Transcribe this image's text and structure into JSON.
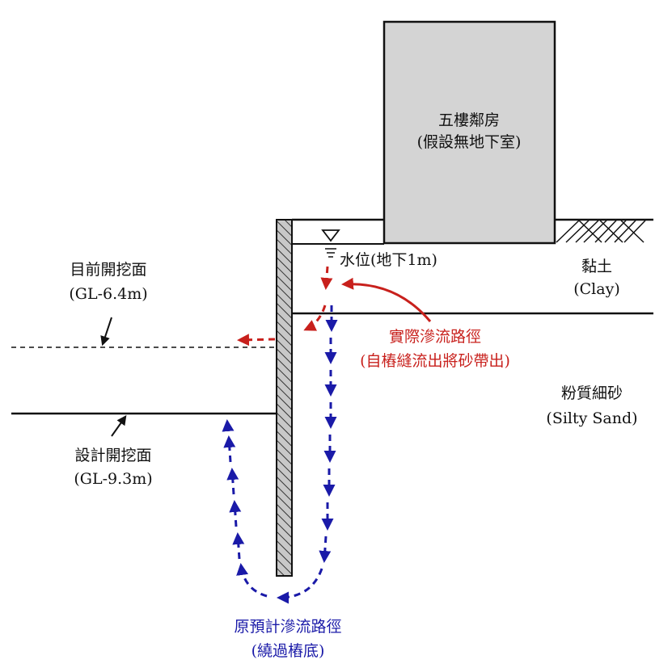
{
  "building": {
    "line1": "五樓鄰房",
    "line2": "(假設無地下室)"
  },
  "water_level": {
    "label": "水位(地下1m)"
  },
  "current_excavation": {
    "line1": "目前開挖面",
    "line2": "(GL-6.4m)"
  },
  "design_excavation": {
    "line1": "設計開挖面",
    "line2": "(GL-9.3m)"
  },
  "clay": {
    "line1": "黏土",
    "line2": "(Clay)"
  },
  "silty_sand": {
    "line1": "粉質細砂",
    "line2": "(Silty Sand)"
  },
  "actual_seepage": {
    "line1": "實際滲流路徑",
    "line2": "(自樁縫流出將砂帶出)"
  },
  "planned_seepage": {
    "line1": "原預計滲流路徑",
    "line2": "(繞過樁底)"
  },
  "colors": {
    "ink": "#111111",
    "red": "#c8201c",
    "blue": "#1a1aa8",
    "building_fill": "#d4d4d4",
    "wall_fill": "#c8c8c8"
  }
}
